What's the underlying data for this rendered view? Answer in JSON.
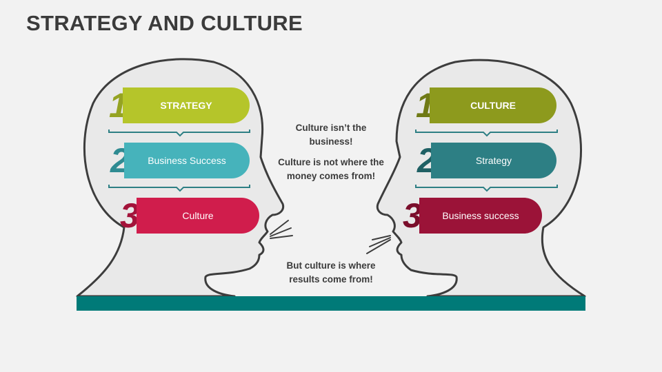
{
  "title": "STRATEGY AND CULTURE",
  "left_head": {
    "items": [
      {
        "number": "1",
        "label": "STRATEGY",
        "color": "#b5c52a",
        "number_color": "#95a322"
      },
      {
        "number": "2",
        "label": "Business Success",
        "color": "#46b3bb",
        "number_color": "#2f8b92"
      },
      {
        "number": "3",
        "label": "Culture",
        "color": "#d01d4c",
        "number_color": "#a3133a"
      }
    ]
  },
  "right_head": {
    "items": [
      {
        "number": "1",
        "label": "CULTURE",
        "color": "#8d9a1d",
        "number_color": "#6f7a15"
      },
      {
        "number": "2",
        "label": "Strategy",
        "color": "#2d7f84",
        "number_color": "#1f6064"
      },
      {
        "number": "3",
        "label": "Business success",
        "color": "#9b1338",
        "number_color": "#7a0e2b"
      }
    ]
  },
  "speech": {
    "left_line1": "Culture isn’t the",
    "left_line2": "business!",
    "left_line3": "Culture is not where the",
    "left_line4": "money comes from!",
    "right_line1": "But culture is where",
    "right_line2": "results come from!"
  },
  "colors": {
    "head_fill": "#e9e9e9",
    "head_outline": "#3d3d3d",
    "base_bar": "#007a78",
    "brace": "#2d7f84"
  }
}
